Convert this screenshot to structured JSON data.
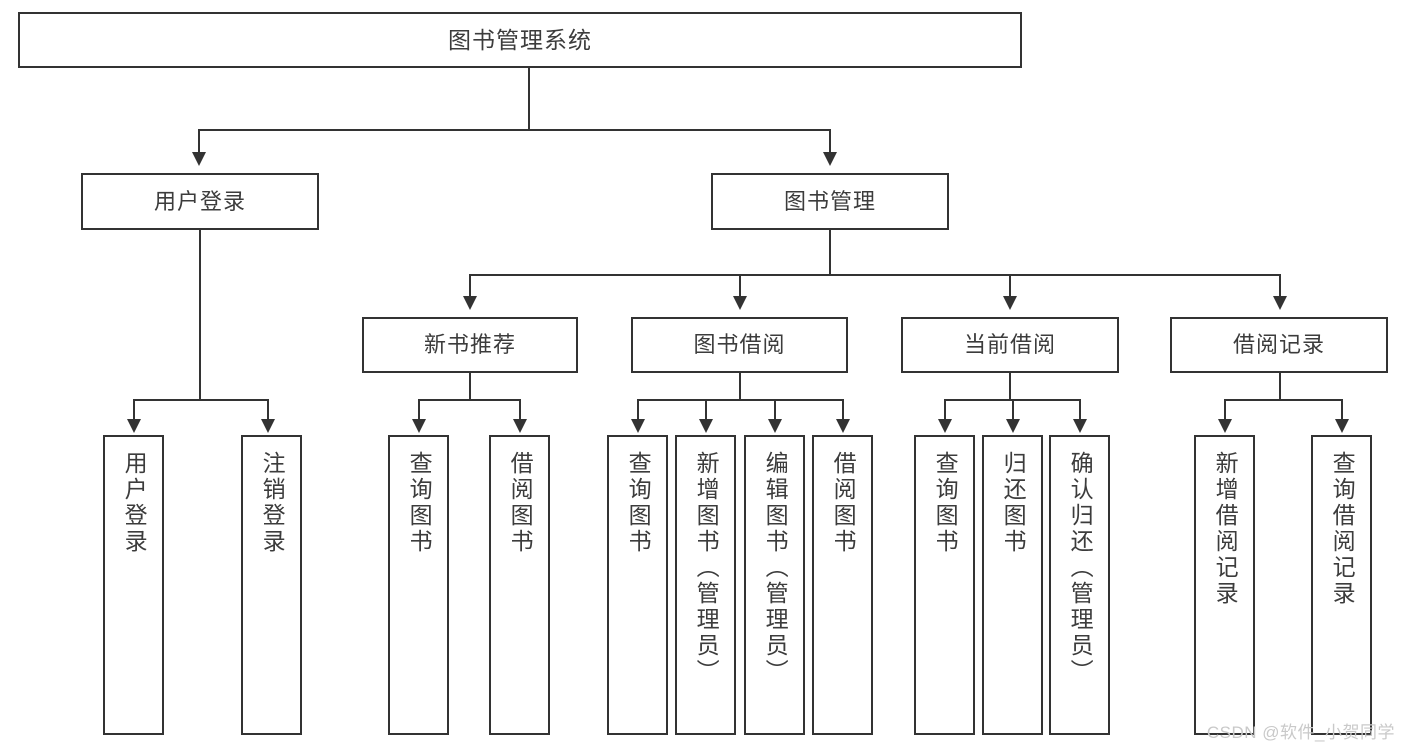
{
  "diagram": {
    "type": "tree",
    "title": "图书管理系统",
    "colors": {
      "box_border": "#333333",
      "box_fill": "#ffffff",
      "text": "#3c3c3c",
      "connector": "#333333",
      "watermark": "#c9c9c9",
      "background": "#ffffff"
    },
    "root": {
      "label": "图书管理系统"
    },
    "level2": [
      {
        "label": "用户登录"
      },
      {
        "label": "图书管理"
      }
    ],
    "level3": [
      {
        "label": "新书推荐"
      },
      {
        "label": "图书借阅"
      },
      {
        "label": "当前借阅"
      },
      {
        "label": "借阅记录"
      }
    ],
    "leaves": {
      "user_login": [
        {
          "label": "用户登录"
        },
        {
          "label": "注销登录"
        }
      ],
      "new_book": [
        {
          "label": "查询图书"
        },
        {
          "label": "借阅图书"
        }
      ],
      "book_borrow": [
        {
          "label": "查询图书"
        },
        {
          "label": "新增图书（管理员）"
        },
        {
          "label": "编辑图书（管理员）"
        },
        {
          "label": "借阅图书"
        }
      ],
      "current_borrow": [
        {
          "label": "查询图书"
        },
        {
          "label": "归还图书"
        },
        {
          "label": "确认归还（管理员）"
        }
      ],
      "borrow_record": [
        {
          "label": "新增借阅记录"
        },
        {
          "label": "查询借阅记录"
        }
      ]
    }
  },
  "watermark": {
    "text": "CSDN @软件_小贺同学"
  }
}
